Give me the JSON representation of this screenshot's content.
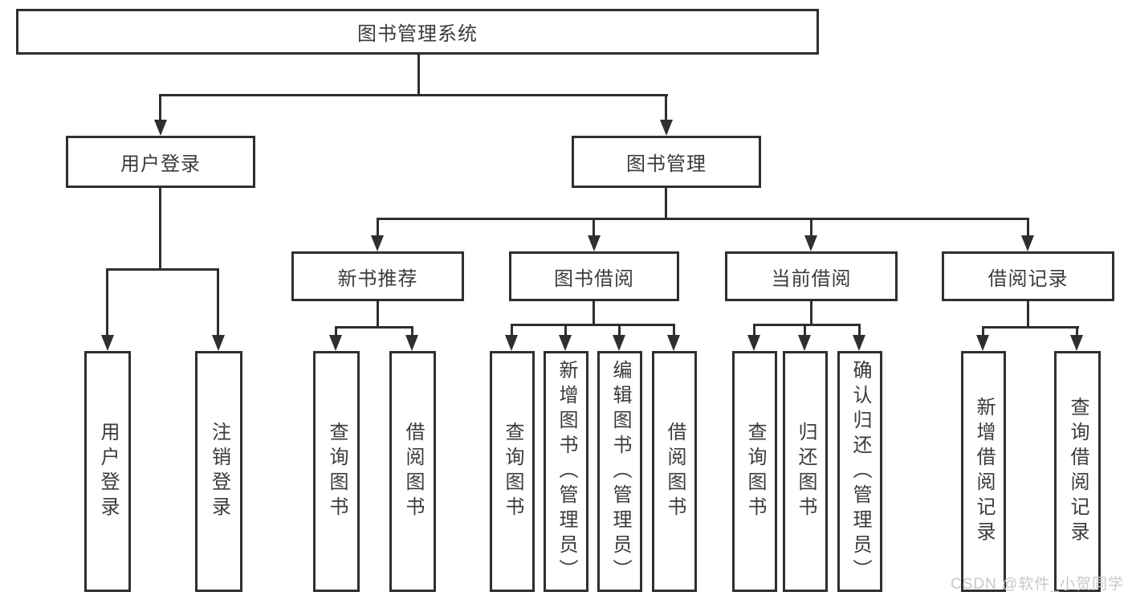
{
  "diagram_title": "图书管理系统",
  "tree": {
    "root": "图书管理系统",
    "branches": [
      {
        "label": "用户登录",
        "children": [
          "用户登录",
          "注销登录"
        ]
      },
      {
        "label": "图书管理",
        "subnodes": [
          {
            "label": "新书推荐",
            "children": [
              "查询图书",
              "借阅图书"
            ]
          },
          {
            "label": "图书借阅",
            "children": [
              "查询图书",
              "新增图书（管理员）",
              "编辑图书（管理员）",
              "借阅图书"
            ]
          },
          {
            "label": "当前借阅",
            "children": [
              "查询图书",
              "归还图书",
              "确认归还（管理员）"
            ]
          },
          {
            "label": "借阅记录",
            "children": [
              "新增借阅记录",
              "查询借阅记录"
            ]
          }
        ]
      }
    ]
  },
  "watermark": {
    "text": "CSDN @软件_小贺同学",
    "color": "#c8c8c8"
  },
  "colors": {
    "line": "#2f2f2f",
    "box_border": "#2f2f2f",
    "text": "#3b3b3b",
    "background": "#ffffff"
  }
}
